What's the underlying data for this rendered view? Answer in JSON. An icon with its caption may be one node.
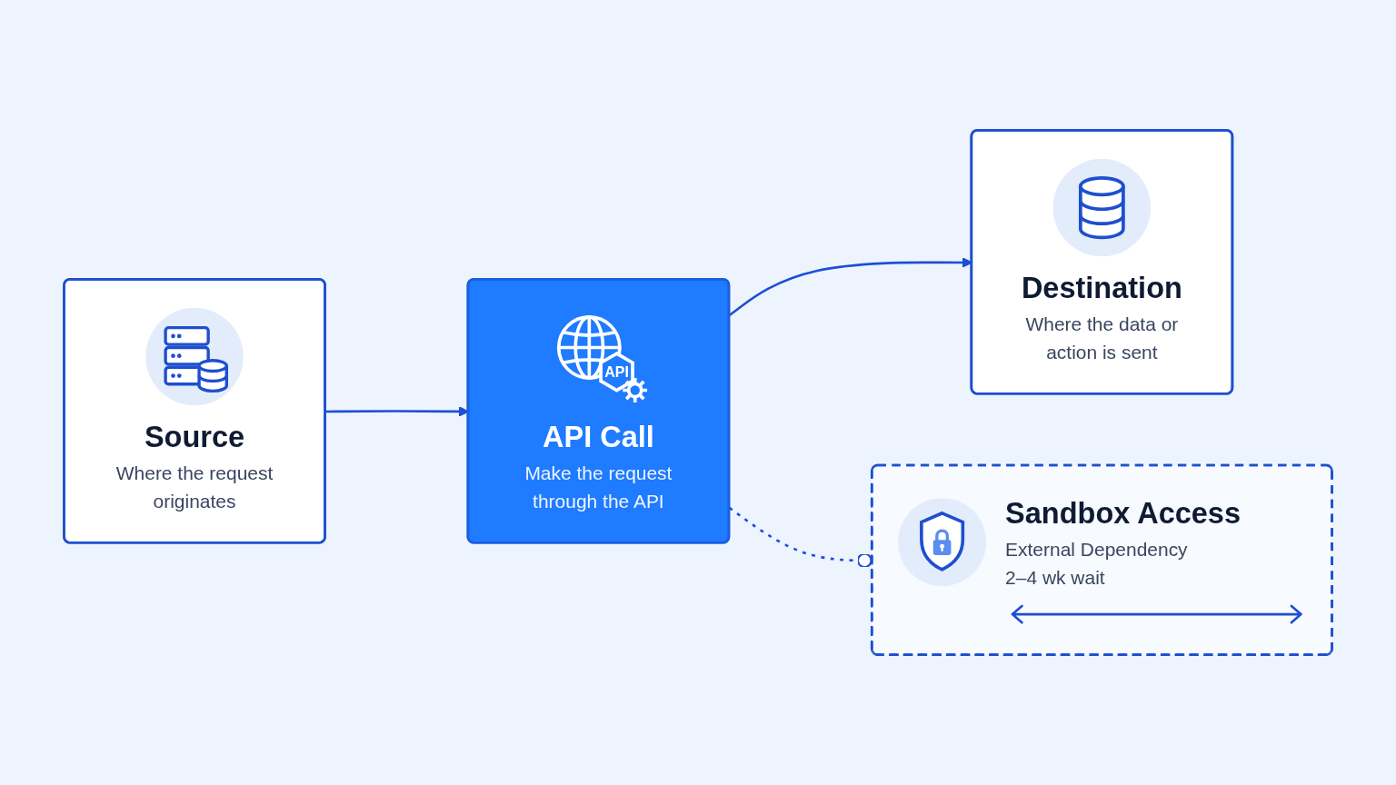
{
  "diagram": {
    "nodes": [
      {
        "text": [
          "Source",
          "Where the request originates"
        ]
      },
      {
        "text": [
          "API Call",
          "Make the request through the API"
        ]
      },
      {
        "text": [
          "Destination",
          "Where the data or action is sent"
        ]
      },
      {
        "text": [
          "Sandbox Access",
          "External Dependency",
          "2–4 wk wait"
        ]
      }
    ],
    "edges": [
      {
        "from": 0,
        "to": 1,
        "arrow": "to"
      },
      {
        "from": 1,
        "to": 2,
        "arrow": "to"
      },
      {
        "from": 1,
        "to": 3,
        "arrow": "other",
        "style": "dashed"
      }
    ],
    "labels": [
      "API"
    ]
  }
}
